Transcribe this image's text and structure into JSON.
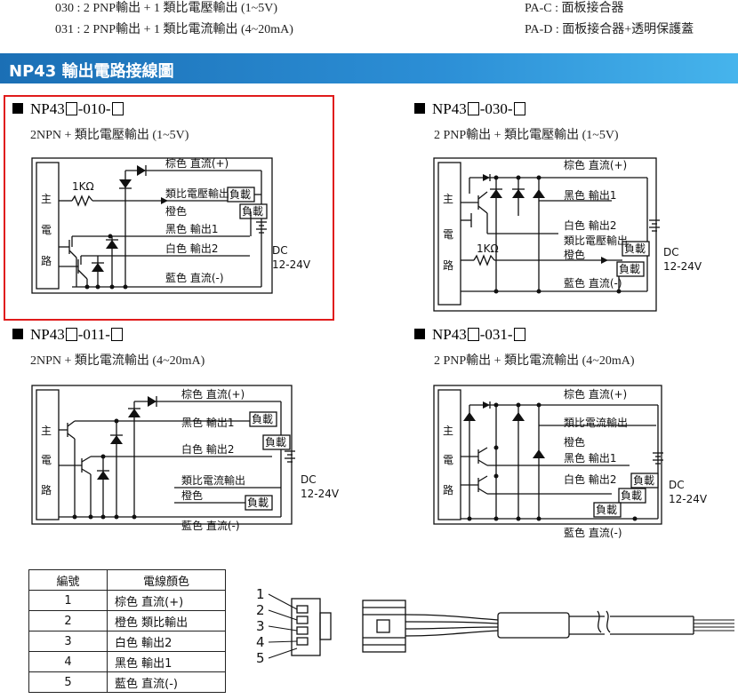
{
  "top": {
    "left_lines": [
      "030 : 2 PNP輸出 + 1 類比電壓輸出 (1~5V)",
      "031 : 2 PNP輸出 + 1 類比電流輸出 (4~20mA)"
    ],
    "right_lines": [
      "PA-C : 面板接合器",
      "PA-D : 面板接合器+透明保護蓋"
    ]
  },
  "banner": {
    "title": "NP43 輸出電路接線圖"
  },
  "diagrams": [
    {
      "prefix": "NP43",
      "mid": "-010-",
      "desc": "2NPN + 類比電壓輸出 (1~5V)",
      "labels": {
        "main": [
          "主",
          "電",
          "路"
        ],
        "resistor": "1KΩ",
        "brown": "棕色 直流(+)",
        "analog": "類比電壓輸出",
        "orange": "橙色",
        "black": "黑色 輸出1",
        "white": "白色 輸出2",
        "blue": "藍色 直流(-)",
        "dc": "DC",
        "volt": "12-24V",
        "load": "負載"
      }
    },
    {
      "prefix": "NP43",
      "mid": "-030-",
      "desc": "2 PNP輸出 + 類比電壓輸出 (1~5V)",
      "labels": {
        "main": [
          "主",
          "電",
          "路"
        ],
        "resistor": "1KΩ",
        "brown": "棕色 直流(+)",
        "black": "黑色 輸出1",
        "white": "白色 輸出2",
        "analog": "類比電壓輸出",
        "orange": "橙色",
        "blue": "藍色 直流(-)",
        "dc": "DC",
        "volt": "12-24V",
        "load": "負載"
      }
    },
    {
      "prefix": "NP43",
      "mid": "-011-",
      "desc": "2NPN + 類比電流輸出 (4~20mA)",
      "labels": {
        "main": [
          "主",
          "電",
          "路"
        ],
        "brown": "棕色 直流(+)",
        "black": "黑色 輸出1",
        "white": "白色 輸出2",
        "analog": "類比電流輸出",
        "orange": "橙色",
        "blue": "藍色 直流(-)",
        "dc": "DC",
        "volt": "12-24V",
        "load": "負載"
      }
    },
    {
      "prefix": "NP43",
      "mid": "-031-",
      "desc": "2 PNP輸出 + 類比電流輸出 (4~20mA)",
      "labels": {
        "main": [
          "主",
          "電",
          "路"
        ],
        "brown": "棕色 直流(+)",
        "analog": "類比電流輸出",
        "orange": "橙色",
        "black": "黑色 輸出1",
        "white": "白色 輸出2",
        "blue": "藍色 直流(-)",
        "dc": "DC",
        "volt": "12-24V",
        "load": "負載"
      }
    }
  ],
  "wire_table": {
    "headers": [
      "編號",
      "電線顏色"
    ],
    "rows": [
      [
        "1",
        "棕色 直流(+)"
      ],
      [
        "2",
        "橙色 類比輸出"
      ],
      [
        "3",
        "白色 輸出2"
      ],
      [
        "4",
        "黑色 輸出1"
      ],
      [
        "5",
        "藍色 直流(-)"
      ]
    ]
  },
  "connector": {
    "pins": [
      "1",
      "2",
      "3",
      "4",
      "5"
    ]
  }
}
